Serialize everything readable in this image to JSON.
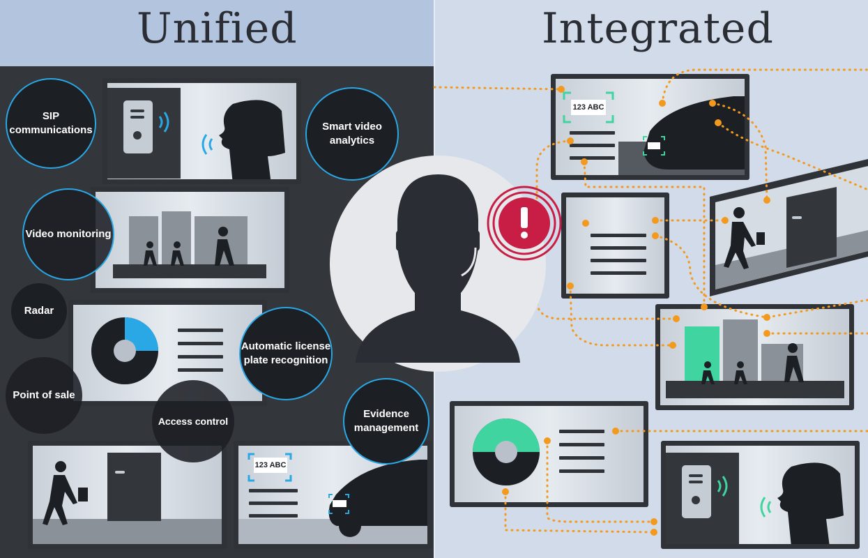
{
  "headings": {
    "left": "Unified",
    "right": "Integrated"
  },
  "bubbles": {
    "sip": "SIP communications",
    "smart_video": "Smart video analytics",
    "video_monitoring": "Video monitoring",
    "radar": "Radar",
    "alpr": "Automatic license plate recognition",
    "point_of_sale": "Point of sale",
    "access_control": "Access control",
    "evidence": "Evidence management"
  },
  "plates": {
    "left": "123 ABC",
    "right": "123 ABC"
  },
  "colors": {
    "accent_blue": "#2aa8e6",
    "accent_green": "#3fd4a0",
    "link_orange": "#f39a1e",
    "alert_red": "#c81e45"
  },
  "icons": [
    "person-headset-icon",
    "alert-icon",
    "intercom-icon",
    "pedestrian-icon",
    "car-icon",
    "door-icon"
  ]
}
